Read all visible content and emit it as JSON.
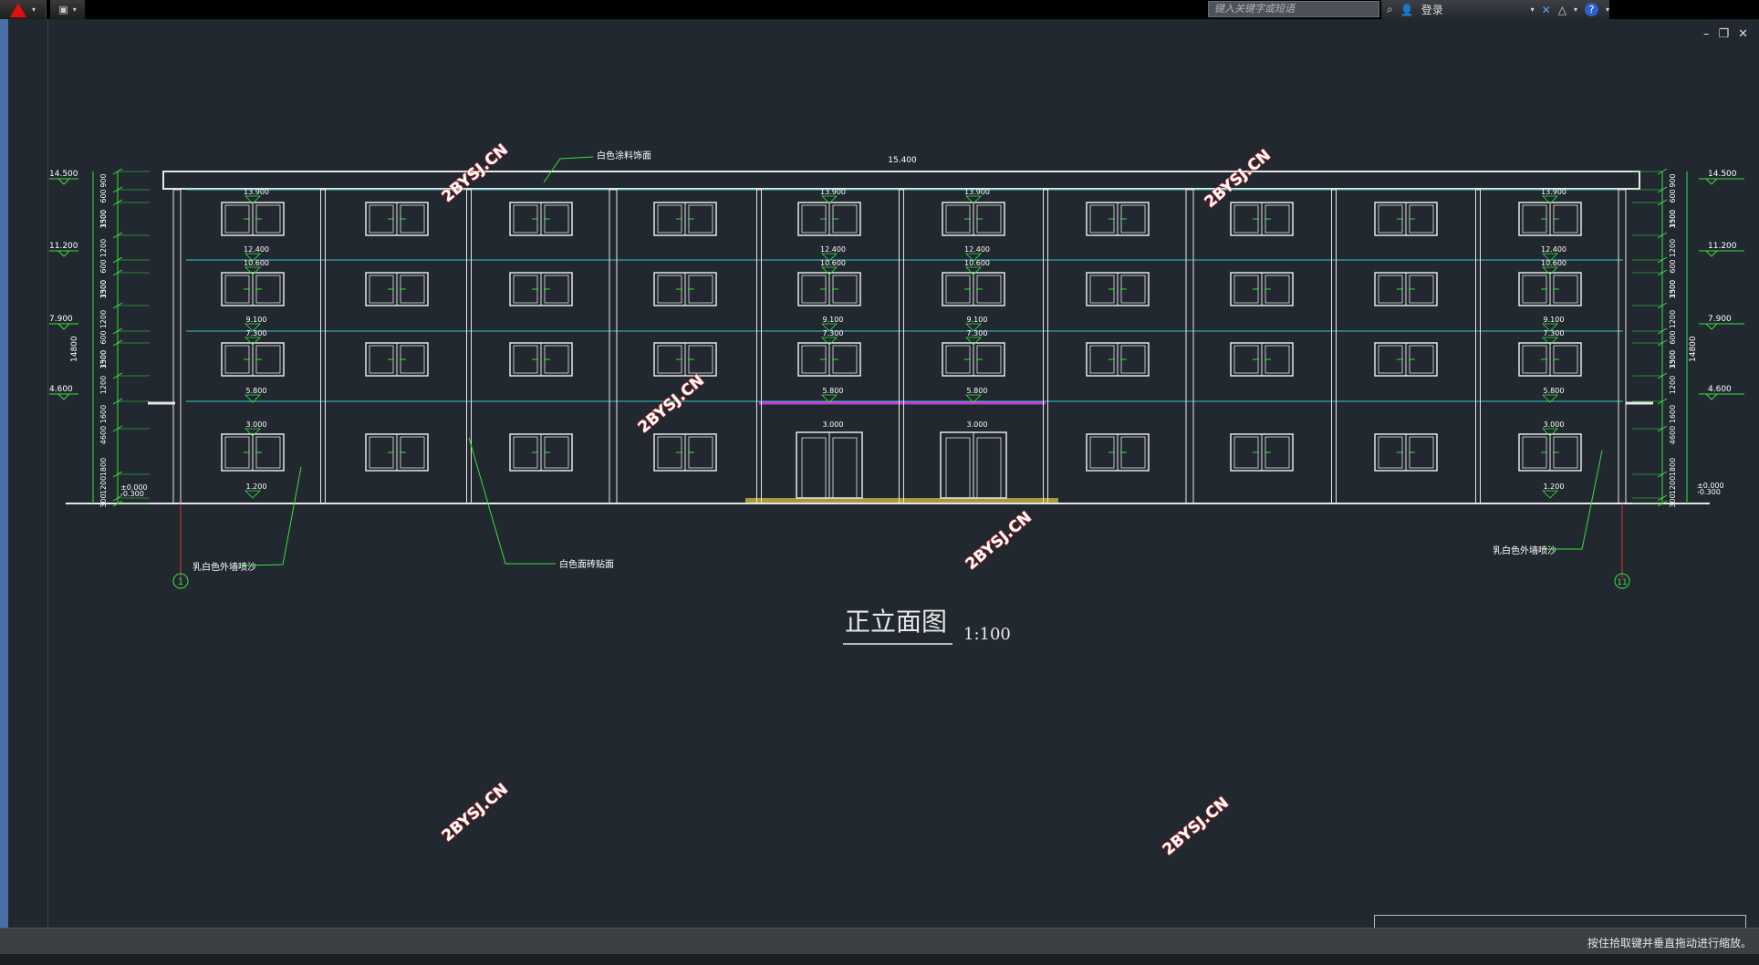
{
  "titlebar": {
    "search_placeholder": "键入关键字或短语",
    "login_label": "登录"
  },
  "drawing": {
    "title": "正立面图",
    "scale": "1:100",
    "annotations": {
      "top_note": "白色涂料饰面",
      "bottom_note": "白色面砖贴面",
      "left_note": "乳白色外墙喷沙",
      "right_note": "乳白色外墙喷沙"
    },
    "axis_left": "1",
    "axis_right": "11",
    "top_elev": "15.400",
    "left_elevations": [
      "14.500",
      "11.200",
      "7.900",
      "4.600"
    ],
    "right_elevations": [
      "14.500",
      "11.200",
      "7.900",
      "4.600",
      "±0.000",
      "-0.300"
    ],
    "left_ground": [
      "±0.000",
      "-0.300"
    ],
    "dims_left": [
      "900",
      "600",
      "1500",
      "3300",
      "1200",
      "600",
      "1500",
      "3300",
      "1200",
      "600",
      "1500",
      "3300",
      "1200",
      "1600",
      "4600",
      "1800",
      "1200",
      "300"
    ],
    "total_dim": "14800",
    "window_labels_a": [
      "13.900",
      "12.400",
      "10.600",
      "9.100",
      "7.300",
      "5.800",
      "3.000",
      "1.200"
    ],
    "door_labels": [
      "3.000",
      "3.000"
    ],
    "watermark": "2BYSJ.CN"
  },
  "status": {
    "message": "按住拾取键并垂直拖动进行缩放。"
  }
}
